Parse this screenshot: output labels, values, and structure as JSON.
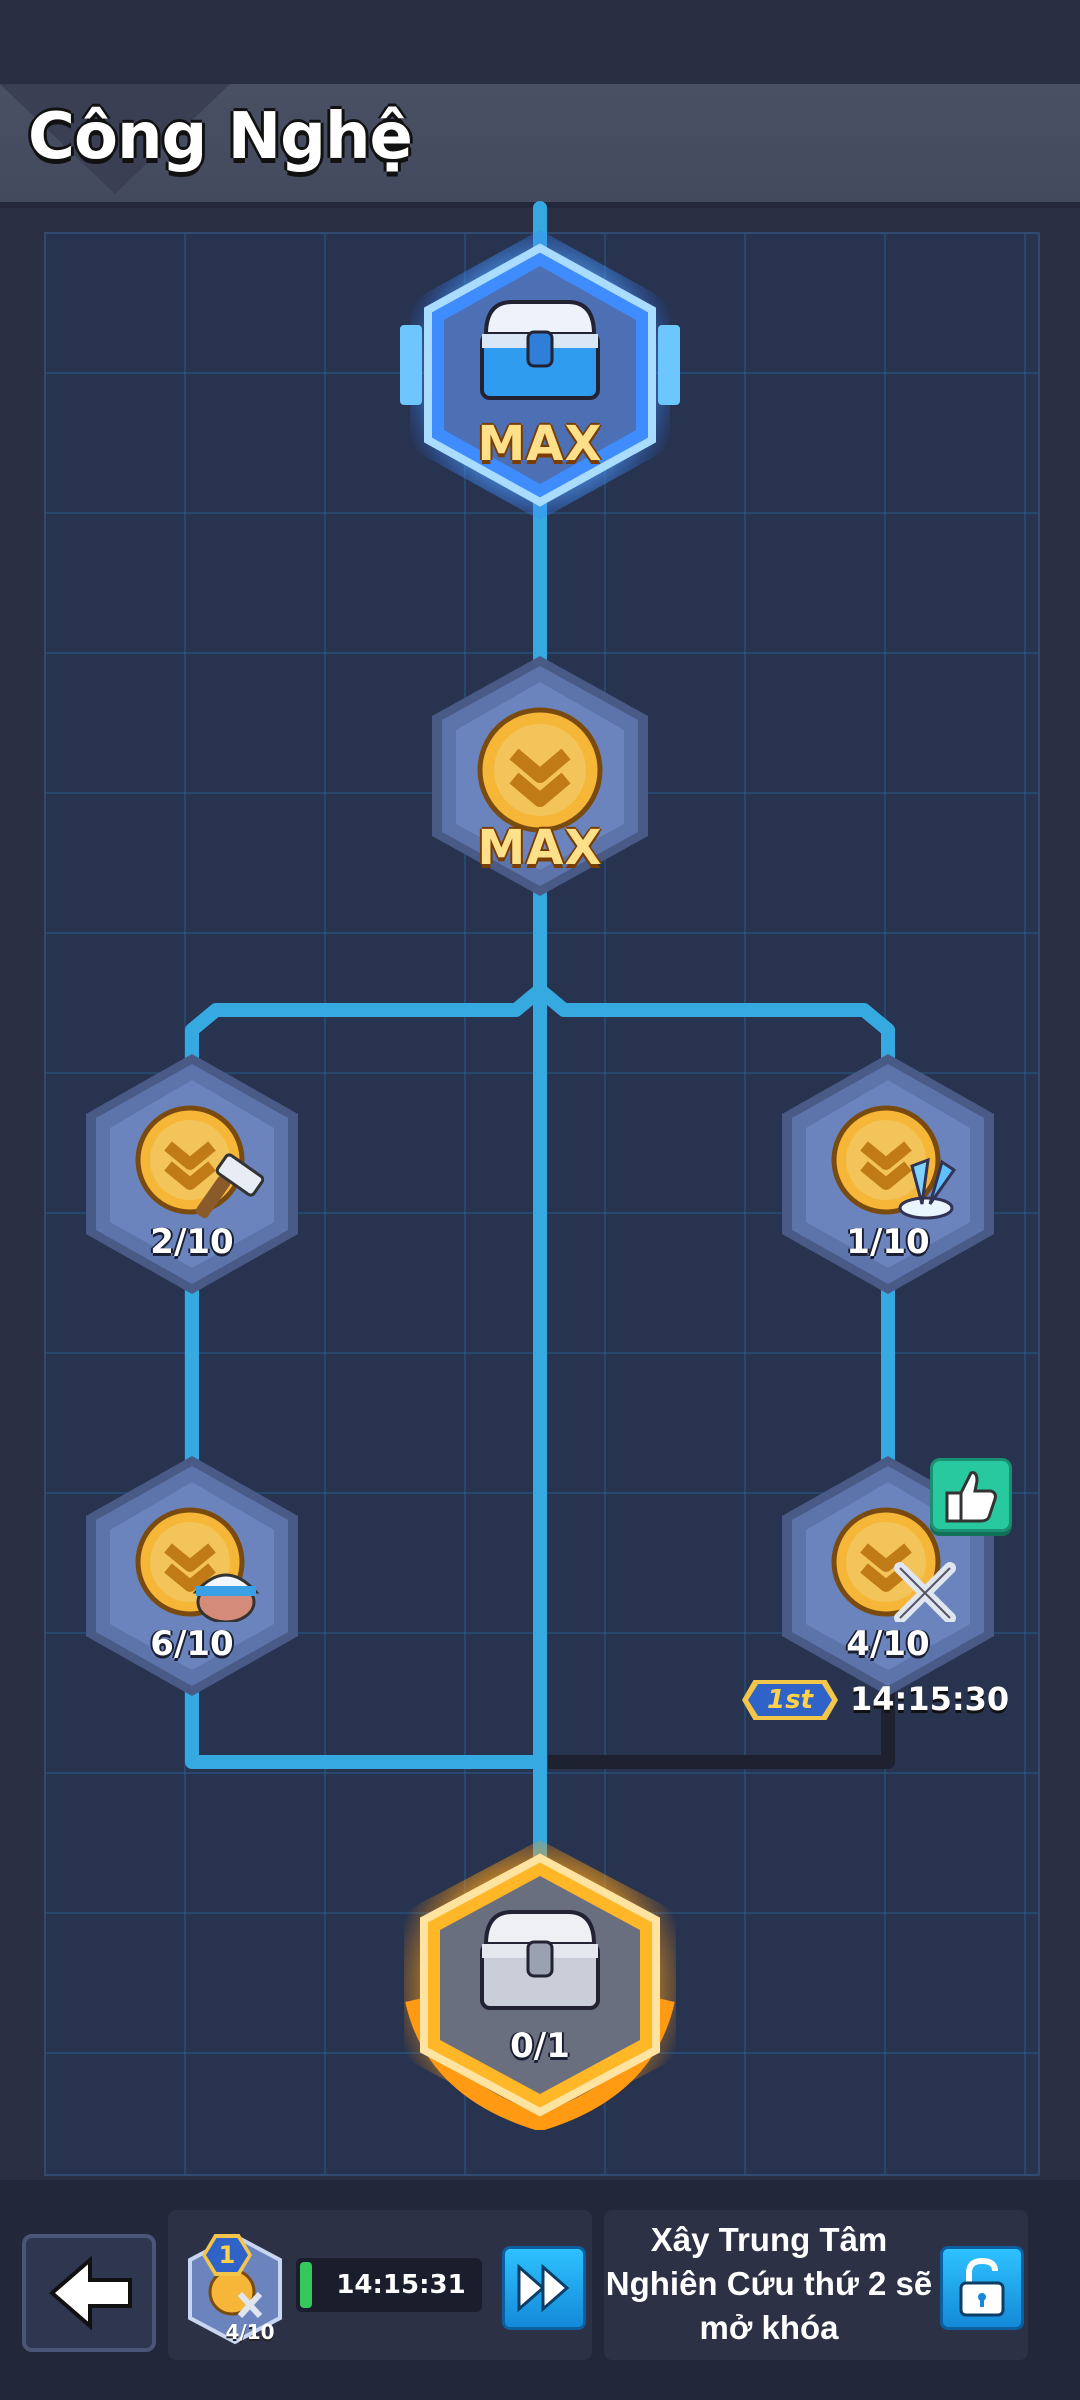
{
  "header": {
    "title": "Công Nghệ"
  },
  "tree": {
    "nodes": [
      {
        "id": "chest-top",
        "icon": "blue-chest-icon",
        "label": "MAX",
        "state": "maxed",
        "glow": "#4aa8ff"
      },
      {
        "id": "coin-mid",
        "icon": "gold-coin-chevron-icon",
        "label": "MAX",
        "state": "maxed"
      },
      {
        "id": "coin-hammer",
        "icon": "coin-hammer-icon",
        "label": "2/10",
        "level": 2,
        "max": 10
      },
      {
        "id": "coin-crystal",
        "icon": "coin-crystal-icon",
        "label": "1/10",
        "level": 1,
        "max": 10
      },
      {
        "id": "coin-helmet",
        "icon": "coin-helmet-icon",
        "label": "6/10",
        "level": 6,
        "max": 10
      },
      {
        "id": "coin-swords",
        "icon": "coin-swords-icon",
        "label": "4/10",
        "level": 4,
        "max": 10,
        "recommended": true
      },
      {
        "id": "chest-bottom",
        "icon": "silver-chest-icon",
        "label": "0/1",
        "level": 0,
        "max": 1,
        "glow": "#ffb020"
      }
    ],
    "research": {
      "rank": "1st",
      "timer": "14:15:30"
    }
  },
  "footer": {
    "queue": {
      "level": "1",
      "progress": "4/10",
      "timer": "14:15:31",
      "fill": 0.05
    },
    "unlock_text": [
      "Xây Trung Tâm",
      "Nghiên Cứu thứ 2 sẽ",
      "mở khóa"
    ]
  },
  "colors": {
    "line_active": "#36a9e1",
    "line_inactive": "#1d2130",
    "node_face": "#5d74aa"
  }
}
